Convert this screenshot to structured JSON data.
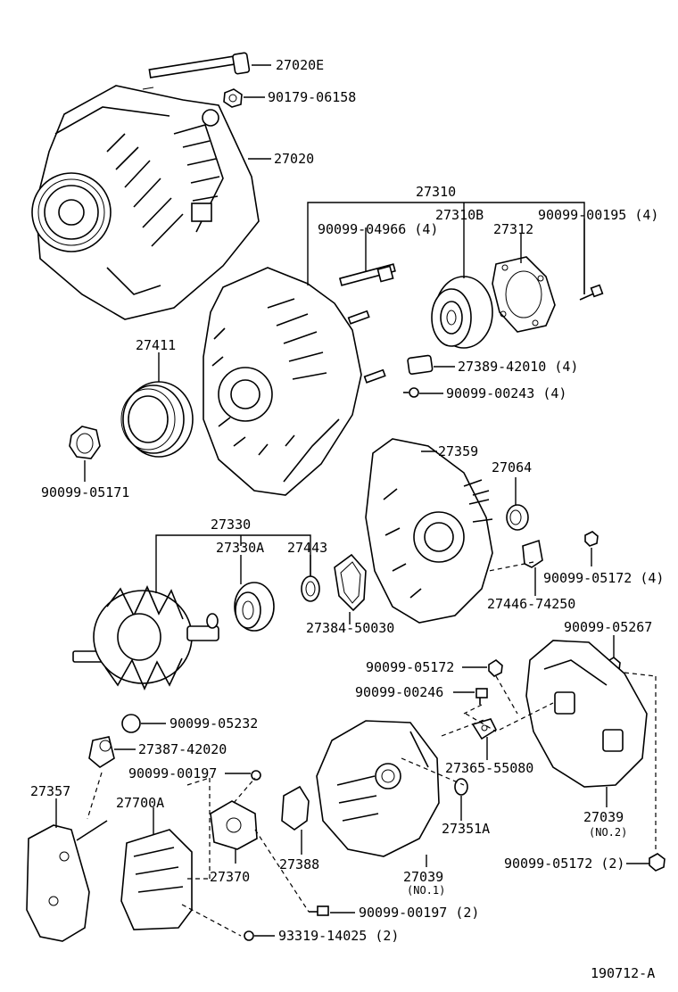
{
  "labels": {
    "p27020E": "27020E",
    "p90179_06158": "90179-06158",
    "p27020": "27020",
    "p27310": "27310",
    "p27310B": "27310B",
    "p90099_00195": "90099-00195 (4)",
    "p90099_04966": "90099-04966 (4)",
    "p27312": "27312",
    "p27411": "27411",
    "p27389_42010": "27389-42010 (4)",
    "p90099_00243": "90099-00243 (4)",
    "p90099_05171": "90099-05171",
    "p27359": "27359",
    "p27064": "27064",
    "p27330": "27330",
    "p27330A": "27330A",
    "p27443": "27443",
    "p90099_05172_4": "90099-05172 (4)",
    "p27446_74250": "27446-74250",
    "p27384_50030": "27384-50030",
    "p90099_05267": "90099-05267",
    "p90099_05172": "90099-05172",
    "p90099_00246": "90099-00246",
    "p90099_05232": "90099-05232",
    "p27387_42020": "27387-42020",
    "p27365_55080": "27365-55080",
    "p90099_00197": "90099-00197",
    "p27357": "27357",
    "p27700A": "27700A",
    "p27039_2": "27039",
    "p27039_2_note": "(NO.2)",
    "p27351A": "27351A",
    "p27370": "27370",
    "p27388": "27388",
    "p27039_1": "27039",
    "p27039_1_note": "(NO.1)",
    "p90099_05172_2": "90099-05172 (2)",
    "p90099_00197_2": "90099-00197 (2)",
    "p93319_14025": "93319-14025 (2)",
    "figure_id": "190712-A"
  }
}
